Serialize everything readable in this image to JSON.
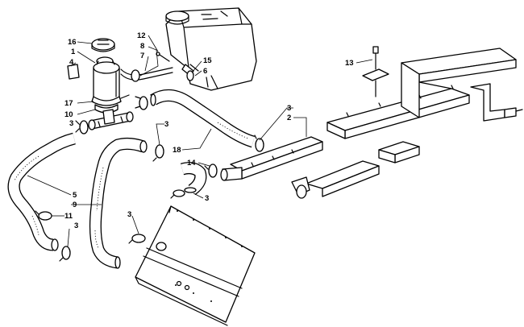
{
  "callouts": [
    {
      "id": "c1",
      "text": "1"
    },
    {
      "id": "c2",
      "text": "2"
    },
    {
      "id": "c3a",
      "text": "3"
    },
    {
      "id": "c3b",
      "text": "3"
    },
    {
      "id": "c3c",
      "text": "3"
    },
    {
      "id": "c3d",
      "text": "3"
    },
    {
      "id": "c3e",
      "text": "3"
    },
    {
      "id": "c3f",
      "text": "3"
    },
    {
      "id": "c4",
      "text": "4"
    },
    {
      "id": "c5",
      "text": "5"
    },
    {
      "id": "c6",
      "text": "6"
    },
    {
      "id": "c7",
      "text": "7"
    },
    {
      "id": "c8",
      "text": "8"
    },
    {
      "id": "c9",
      "text": "9"
    },
    {
      "id": "c10",
      "text": "10"
    },
    {
      "id": "c11",
      "text": "11"
    },
    {
      "id": "c12",
      "text": "12"
    },
    {
      "id": "c13",
      "text": "13"
    },
    {
      "id": "c14",
      "text": "14"
    },
    {
      "id": "c15",
      "text": "15"
    },
    {
      "id": "c16",
      "text": "16"
    },
    {
      "id": "c17",
      "text": "17"
    },
    {
      "id": "c18",
      "text": "18"
    }
  ],
  "colors": {
    "line": "#000000",
    "background": "#ffffff"
  }
}
